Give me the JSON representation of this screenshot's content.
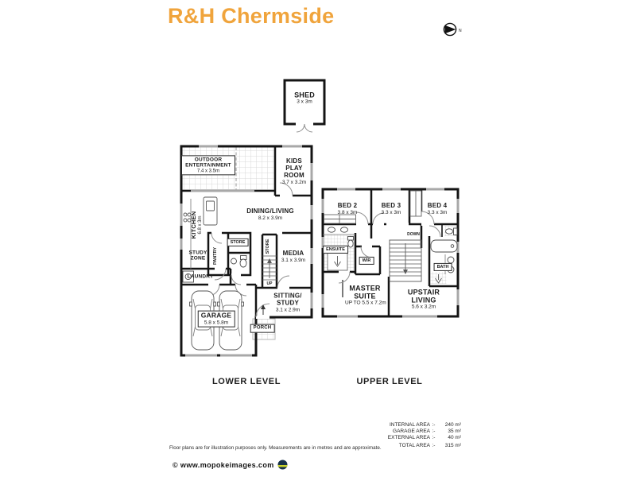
{
  "header": {
    "title": "R&H Chermside"
  },
  "compass": {
    "north_label": "N"
  },
  "shed": {
    "name": "SHED",
    "dims": "3 x 3m"
  },
  "lower_level": {
    "label": "LOWER LEVEL",
    "rooms": {
      "outdoor_entertainment": {
        "name": "OUTDOOR ENTERTAINMENT",
        "dims": "7.4 x 3.5m"
      },
      "kids_play_room": {
        "name": "KIDS PLAY ROOM",
        "dims": "3.7 x 3.2m"
      },
      "dining_living": {
        "name": "DINING/LIVING",
        "dims": "8.2 x 3.9m"
      },
      "kitchen": {
        "name": "KITCHEN",
        "dims": "6.8 x 3m"
      },
      "study_zone": {
        "name": "STUDY ZONE"
      },
      "pantry": {
        "name": "PANTRY"
      },
      "store_hall": {
        "name": "STORE"
      },
      "store_stairs": {
        "name": "STORE"
      },
      "laundry": {
        "name": "LAUNDRY"
      },
      "media": {
        "name": "MEDIA",
        "dims": "3.1 x 3.9m"
      },
      "sitting_study": {
        "name": "SITTING/ STUDY",
        "dims": "3.1 x 2.9m"
      },
      "garage": {
        "name": "GARAGE",
        "dims": "5.8 x 5.8m"
      },
      "porch": {
        "name": "PORCH"
      },
      "stairs": {
        "label": "UP"
      }
    }
  },
  "upper_level": {
    "label": "UPPER LEVEL",
    "rooms": {
      "bed2": {
        "name": "BED 2",
        "dims": "3.8 x 3m"
      },
      "bed3": {
        "name": "BED 3",
        "dims": "3.3 x 3m"
      },
      "bed4": {
        "name": "BED 4",
        "dims": "3.3 x 3m"
      },
      "ensuite": {
        "name": "ENSUITE"
      },
      "wir": {
        "name": "WIR"
      },
      "bath": {
        "name": "BATH"
      },
      "master_suite": {
        "name": "MASTER SUITE",
        "dims": "UP TO 5.5 x 7.2m"
      },
      "upstair_living": {
        "name": "UPSTAIR LIVING",
        "dims": "5.6 x 3.2m"
      },
      "stairs": {
        "label": "DOWN"
      }
    }
  },
  "areas": {
    "rows": [
      {
        "label": "INTERNAL AREA",
        "separator": ":-",
        "value": "240 m²"
      },
      {
        "label": "GARAGE AREA",
        "separator": ":-",
        "value": "35 m²"
      },
      {
        "label": "EXTERNAL AREA",
        "separator": ":-",
        "value": "40 m²"
      },
      {
        "label": "TOTAL AREA",
        "separator": ":-",
        "value": "315 m²"
      }
    ]
  },
  "footer": {
    "disclaimer": "Floor plans are for illustration purposes only. Measurements are in metres and are approximate.",
    "copyright": "© www.mopokeimages.com"
  }
}
